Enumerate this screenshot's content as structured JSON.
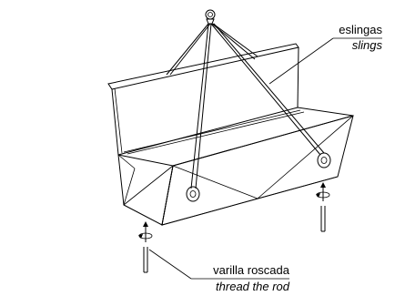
{
  "labels": {
    "slings_es": "eslingas",
    "slings_en": "slings",
    "rod_es": "varilla roscada",
    "rod_en": "thread the rod"
  },
  "colors": {
    "line": "#000000",
    "background": "#ffffff"
  }
}
